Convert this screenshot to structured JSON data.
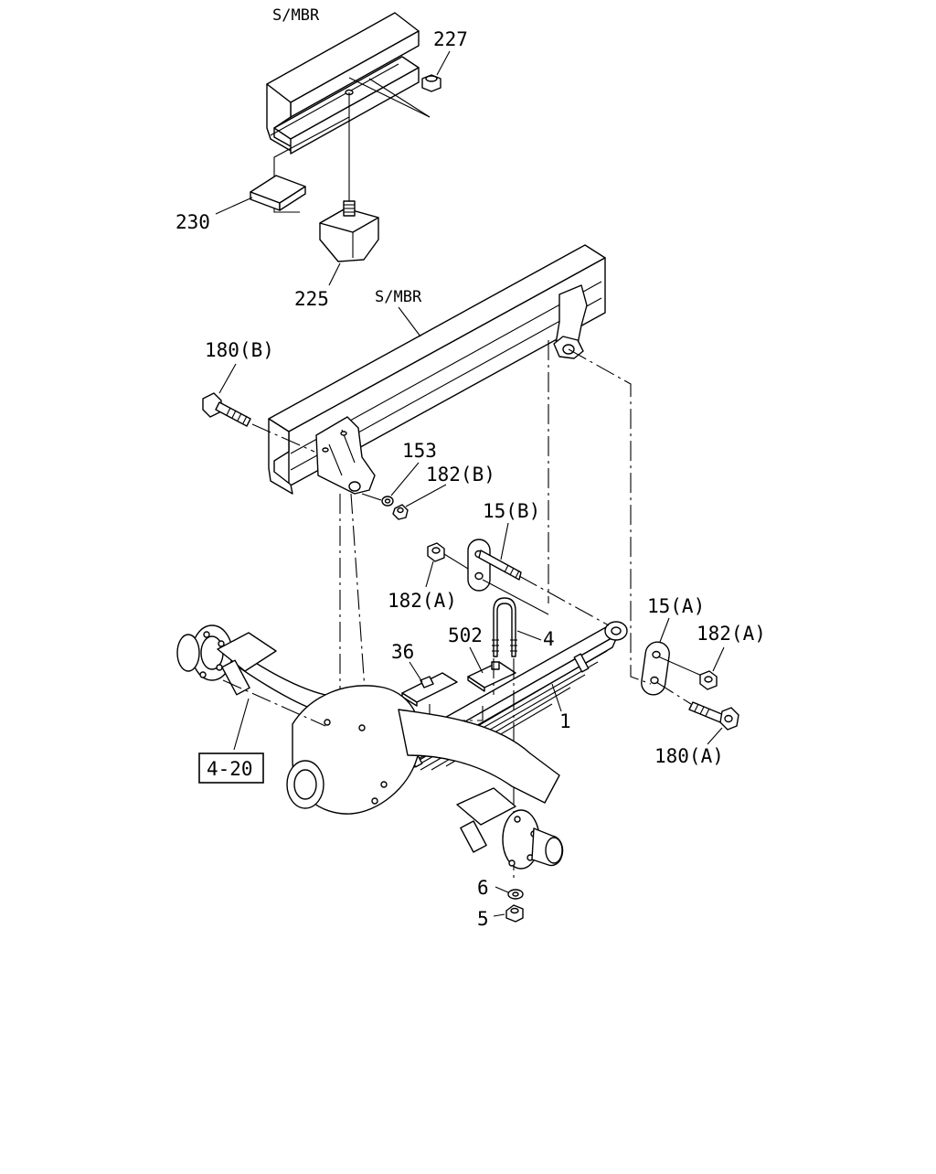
{
  "labels": {
    "smbr_top": "S/MBR",
    "smbr_main": "S/MBR",
    "p227": "227",
    "p230": "230",
    "p225": "225",
    "p180b": "180(B)",
    "p153": "153",
    "p182b": "182(B)",
    "p15b": "15(B)",
    "p182a_left": "182(A)",
    "p502": "502",
    "p4": "4",
    "p15a": "15(A)",
    "p182a_right": "182(A)",
    "p36": "36",
    "p1": "1",
    "p180a": "180(A)",
    "ref_4_20": "4-20",
    "p6": "6",
    "p5": "5"
  }
}
